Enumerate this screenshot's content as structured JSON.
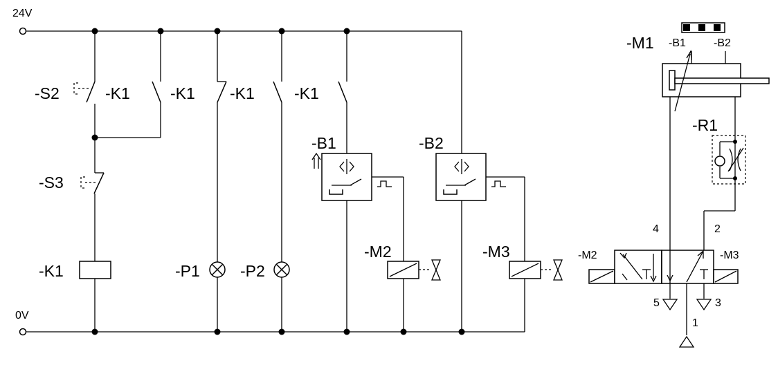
{
  "rails": {
    "supply": "24V",
    "ground": "0V"
  },
  "components": {
    "s2": "-S2",
    "k1_c1": "-K1",
    "k1_c2": "-K1",
    "k1_c3": "-K1",
    "k1_c4": "-K1",
    "s3": "-S3",
    "k1_coil": "-K1",
    "p1": "-P1",
    "p2": "-P2",
    "b1": "-B1",
    "b2": "-B2",
    "m2_coil": "-M2",
    "m3_coil": "-M3",
    "m1_cyl": "-M1",
    "b1_sensor": "-B1",
    "b2_sensor": "-B2",
    "r1": "-R1",
    "m2_valve": "-M2",
    "m3_valve": "-M3"
  },
  "ports": {
    "p4": "4",
    "p2": "2",
    "p5": "5",
    "p3": "3",
    "p1": "1"
  }
}
